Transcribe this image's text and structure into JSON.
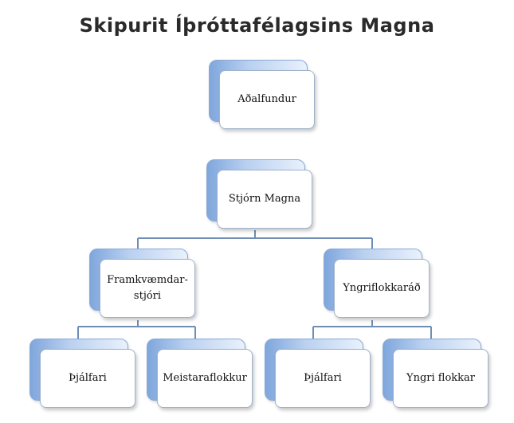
{
  "title": "Skipurit Íþróttafélagsins Magna",
  "nodes": {
    "adalfundur": "Aðalfundur",
    "stjorn": "Stjórn Magna",
    "framkvaemdarstjori": "Framkvæmdar-\nstjóri",
    "yngriflokkarad": "Yngriflokkaráð",
    "thjalfari_left": "Þjálfari",
    "meistaraflokkur": "Meistaraflokkur",
    "thjalfari_right": "Þjálfari",
    "yngri_flokkar": "Yngri flokkar"
  },
  "colors": {
    "connector": "#6f8db5",
    "box_gradient_dark": "#7fa6dc",
    "box_gradient_light": "#e9f1fc"
  }
}
